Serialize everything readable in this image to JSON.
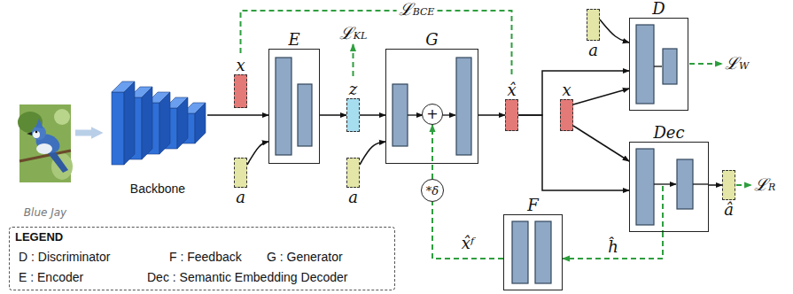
{
  "diagram": {
    "nodes": [
      {
        "text": [
          "Blue Jay"
        ]
      },
      {
        "text": [
          "Backbone"
        ]
      },
      {
        "text": [
          "x"
        ]
      },
      {
        "text": [
          "a"
        ]
      },
      {
        "text": [
          "E"
        ]
      },
      {
        "text": [
          "z"
        ]
      },
      {
        "text": [
          "a"
        ]
      },
      {
        "text": [
          "G"
        ]
      },
      {
        "text": [
          "+"
        ],
        "in": 7
      },
      {
        "text": [
          "x̂"
        ]
      },
      {
        "text": [
          "a"
        ]
      },
      {
        "text": [
          "x"
        ]
      },
      {
        "text": [
          "D"
        ]
      },
      {
        "text": [
          "Dec"
        ]
      },
      {
        "text": [
          "â"
        ]
      },
      {
        "text": [
          "F"
        ]
      },
      {
        "text": [
          "*δ"
        ]
      }
    ],
    "edges": [
      {
        "from": 0,
        "to": 1,
        "arrow": "to"
      },
      {
        "from": 1,
        "to": 4,
        "arrow": "to"
      },
      {
        "from": 3,
        "to": 4,
        "arrow": "to"
      },
      {
        "from": 4,
        "to": 5,
        "arrow": "to"
      },
      {
        "from": 5,
        "to": 7,
        "arrow": "to"
      },
      {
        "from": 6,
        "to": 7,
        "arrow": "to"
      },
      {
        "from": 2,
        "to": 9,
        "label": "ℒBCE",
        "arrow": "none"
      },
      {
        "from": 7,
        "to": 9,
        "arrow": "to"
      },
      {
        "from": 9,
        "to": 12,
        "arrow": "to"
      },
      {
        "from": 9,
        "to": 13,
        "arrow": "to"
      },
      {
        "from": 11,
        "to": 12,
        "arrow": "to"
      },
      {
        "from": 11,
        "to": 13,
        "arrow": "to"
      },
      {
        "from": 10,
        "to": 12,
        "arrow": "to"
      },
      {
        "from": 13,
        "to": 14,
        "arrow": "to"
      },
      {
        "from": 13,
        "to": 15,
        "label": "ĥ",
        "arrow": "to"
      },
      {
        "from": 15,
        "to": 16,
        "label": "x̂ᶠ",
        "arrow": "none"
      },
      {
        "from": 16,
        "to": 8,
        "arrow": "to"
      }
    ],
    "labels": [
      "ℒKL",
      "ℒW",
      "ℒR",
      "LEGEND"
    ],
    "legend": [
      {
        "text": "D : Discriminator"
      },
      {
        "text": "F : Feedback"
      },
      {
        "text": "G : Generator"
      },
      {
        "text": "E : Encoder"
      },
      {
        "text": "Dec : Semantic Embedding Decoder"
      }
    ]
  }
}
